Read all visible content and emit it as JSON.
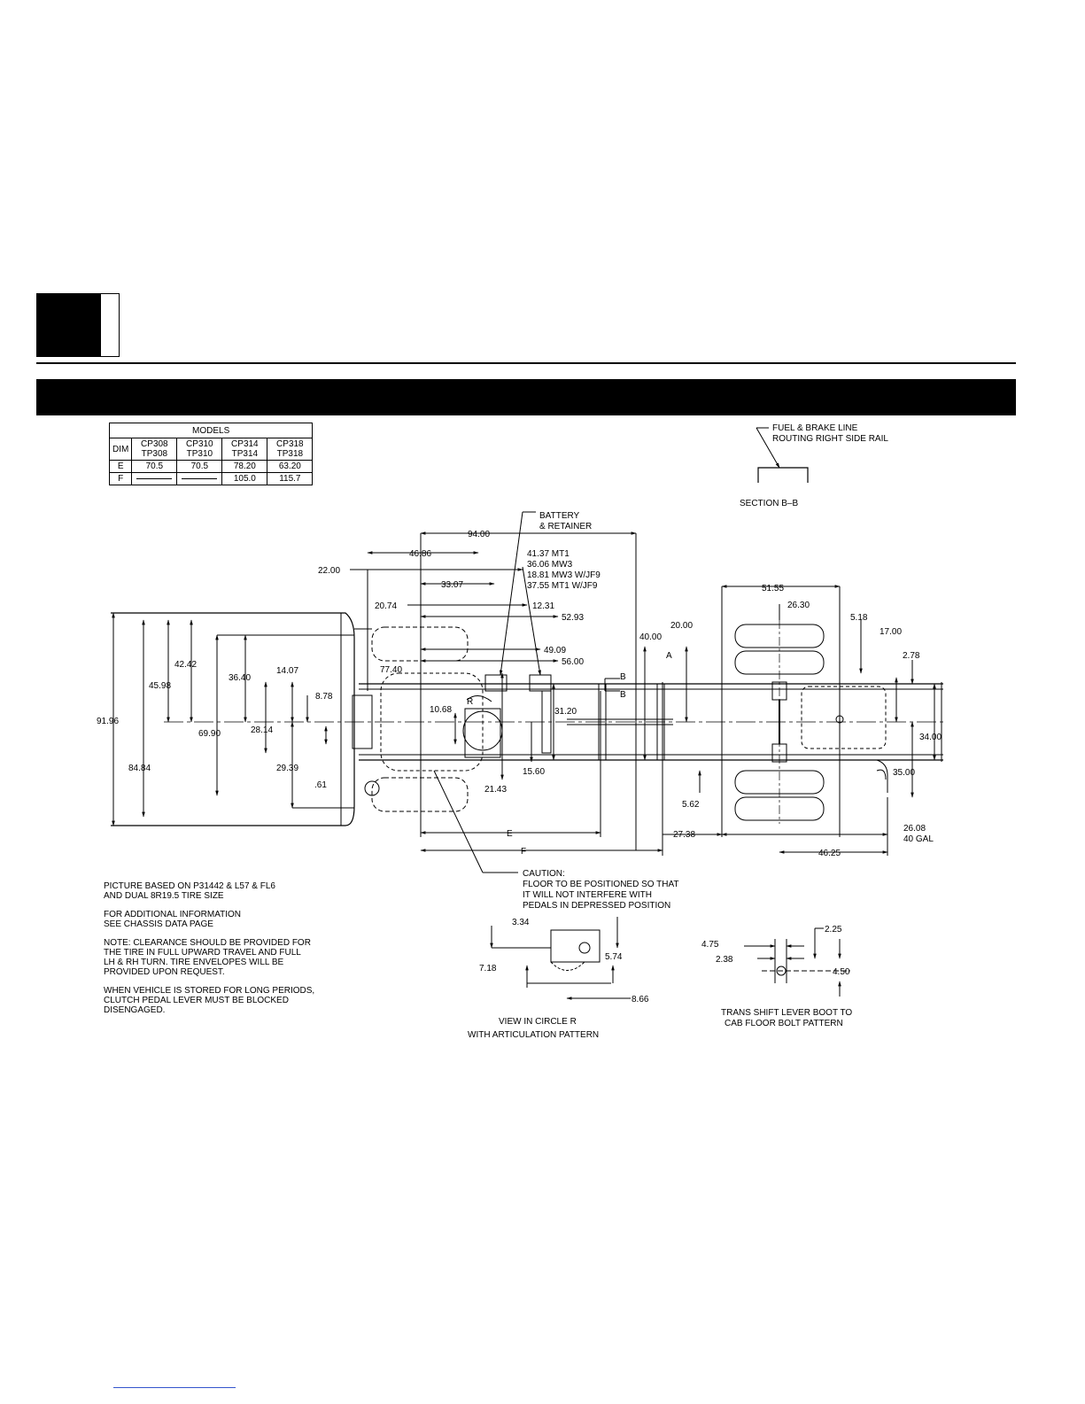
{
  "models_table": {
    "title": "MODELS",
    "dim_label": "DIM",
    "columns": [
      "CP308\nTP308",
      "CP310\nTP310",
      "CP314\nTP314",
      "CP318\nTP318"
    ],
    "rows": [
      {
        "dim": "E",
        "values": [
          "70.5",
          "70.5",
          "78.20",
          "63.20"
        ]
      },
      {
        "dim": "F",
        "values": [
          "",
          "",
          "105.0",
          "115.7"
        ]
      }
    ]
  },
  "section_bb": {
    "note_line1": "FUEL & BRAKE LINE",
    "note_line2": "ROUTING RIGHT SIDE RAIL",
    "label": "SECTION B–B"
  },
  "callouts": {
    "battery_line1": "BATTERY",
    "battery_line2": "& RETAINER",
    "mt1": "41.37 MT1",
    "mw3": "36.06 MW3",
    "mw3_jf9": "18.81 MW3 W/JF9",
    "mt1_jf9": "37.55 MT1 W/JF9",
    "caution_1": "CAUTION:",
    "caution_2": "FLOOR TO BE POSITIONED SO THAT",
    "caution_3": "IT WILL NOT INTERFERE WITH",
    "caution_4": "PEDALS IN DEPRESSED POSITION",
    "fuel_tank_1": "26.08",
    "fuel_tank_2": "40 GAL",
    "circle_r": "R",
    "view_a": "A",
    "section_b_top": "B",
    "section_b_bottom": "B"
  },
  "dimensions": {
    "d94": "94.00",
    "d4686": "46.86",
    "d2200": "22.00",
    "d3307": "33.07",
    "d2074": "20.74",
    "d1231": "12.31",
    "d5293": "52.93",
    "d4909": "49.09",
    "d5600": "56.00",
    "d7740": "77.40",
    "d4000": "40.00",
    "d2000": "20.00",
    "d5155": "51.55",
    "d2630": "26.30",
    "d518": "5.18",
    "d1700": "17.00",
    "d278": "2.78",
    "d4242": "42.42",
    "d4598": "45.98",
    "d3640": "36.40",
    "d1407": "14.07",
    "d878": "8.78",
    "d9196": "91.96",
    "d6990": "69.90",
    "d2814": "28.14",
    "d1068": "10.68",
    "d3120": "31.20",
    "d3400": "34.00",
    "d8484": "84.84",
    "d2939": "29.39",
    "d061": ".61",
    "d2143": "21.43",
    "d1560": "15.60",
    "d3500": "35.00",
    "d562": "5.62",
    "d2738": "27.38",
    "d4625": "46.25",
    "dE": "E",
    "dF": "F"
  },
  "view_r": {
    "d334": "3.34",
    "d574": "5.74",
    "d718": "7.18",
    "d866": "8.66",
    "caption_1": "VIEW IN CIRCLE R",
    "caption_2": "WITH ARTICULATION PATTERN"
  },
  "trans_shift": {
    "d225": "2.25",
    "d475": "4.75",
    "d238": "2.38",
    "d450": "4.50",
    "caption_1": "TRANS SHIFT LEVER BOOT TO",
    "caption_2": "CAB FLOOR BOLT PATTERN"
  },
  "notes": [
    "PICTURE BASED ON P31442 & L57 & FL6\nAND DUAL 8R19.5 TIRE SIZE",
    "FOR ADDITIONAL INFORMATION\nSEE CHASSIS DATA PAGE",
    "NOTE: CLEARANCE SHOULD BE PROVIDED FOR\nTHE TIRE IN FULL UPWARD TRAVEL AND FULL\nLH & RH TURN. TIRE ENVELOPES WILL BE\nPROVIDED UPON REQUEST.",
    "WHEN VEHICLE IS STORED FOR LONG PERIODS,\nCLUTCH PEDAL LEVER MUST BE BLOCKED\nDISENGAGED."
  ]
}
